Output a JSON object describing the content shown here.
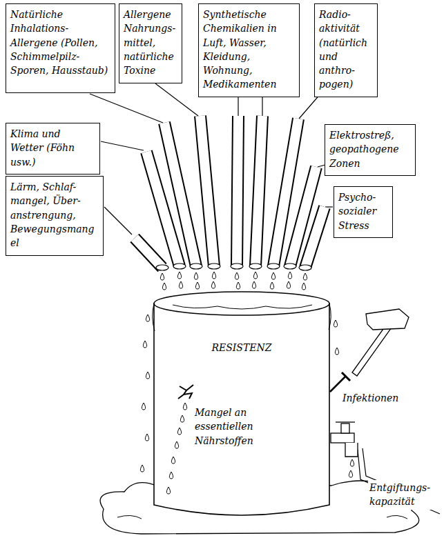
{
  "diagram": {
    "nodes": [
      {
        "text": [
          "Natürliche Inhalations- Allergene (Pollen, Schimmelpilz- Sporen, Hausstaub)"
        ]
      },
      {
        "text": [
          "Allergene Nahrungs- mittel, natürliche Toxine"
        ]
      },
      {
        "text": [
          "Synthetische Chemikalien in Luft, Wasser, Kleidung, Wohnung, Medikamenten"
        ]
      },
      {
        "text": [
          "Radio- aktivität (natürlich und anthro- pogen)"
        ]
      },
      {
        "text": [
          "Klima und Wetter (Föhn usw.)"
        ]
      },
      {
        "text": [
          "Elektrostreß, geopathogene Zonen"
        ]
      },
      {
        "text": [
          "Lärm, Schlaf- mangel, Über- anstrengung, Bewegungsmangel"
        ]
      },
      {
        "text": [
          "Psycho- sozialer Stress"
        ]
      },
      {
        "text": [
          "RESISTENZ",
          "Mangel an essentiellen Nährstoffen"
        ]
      }
    ],
    "labels": [
      "Infektionen",
      "Entgiftungs- kapazität"
    ]
  }
}
